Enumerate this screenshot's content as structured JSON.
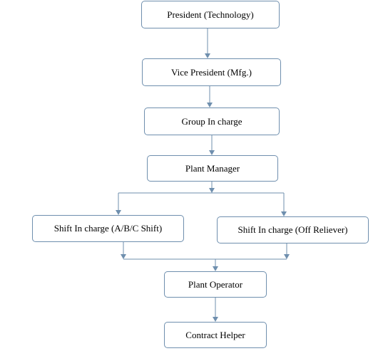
{
  "org_chart": {
    "nodes": {
      "president": "President (Technology)",
      "vice_president": "Vice President (Mfg.)",
      "group_in_charge": "Group In charge",
      "plant_manager": "Plant Manager",
      "shift_in_charge_abc": "Shift In charge (A/B/C Shift)",
      "shift_in_charge_off": "Shift In charge (Off Reliever)",
      "plant_operator": "Plant Operator",
      "contract_helper": "Contract Helper"
    },
    "colors": {
      "connector": "#6f8fae",
      "box_border": "#6f8fae",
      "box_fill": "#ffffff",
      "text": "#000000"
    }
  }
}
